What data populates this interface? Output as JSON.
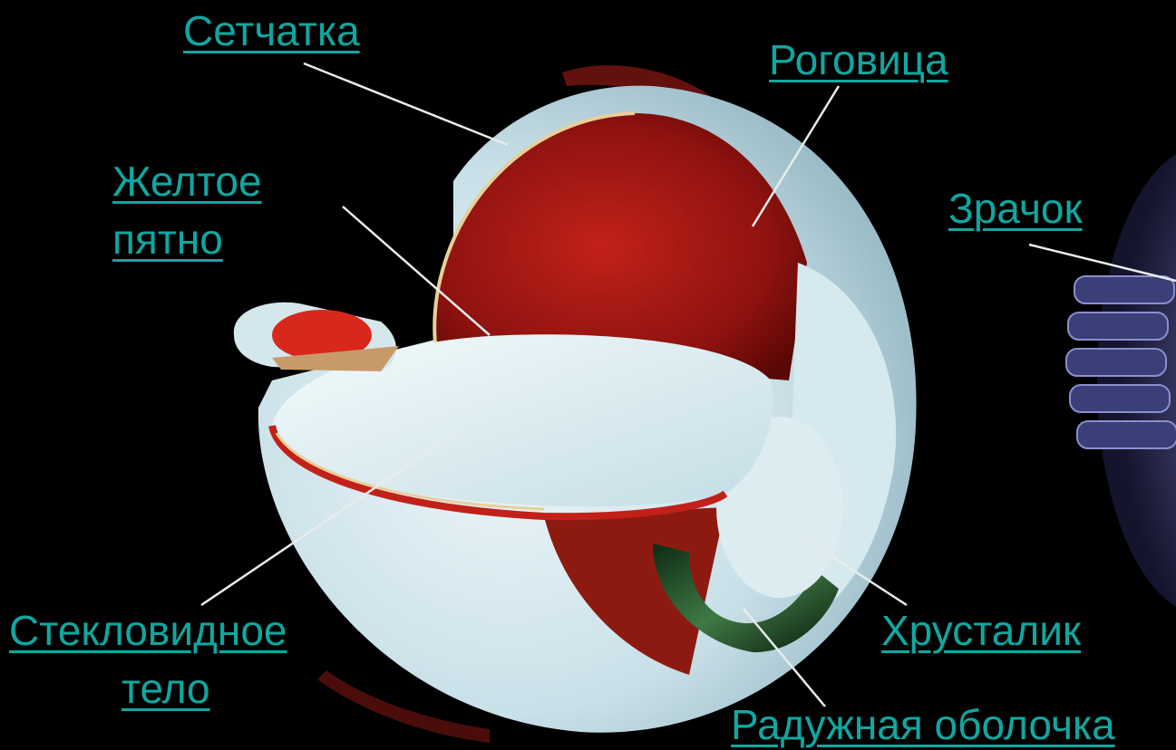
{
  "labels": {
    "retina": "Сетчатка",
    "cornea": "Роговица",
    "macula_line1": "Желтое",
    "macula_line2": "пятно",
    "pupil": "Зрачок",
    "vitreous_line1": "Стекловидное",
    "vitreous_line2": "тело",
    "lens": "Хрусталик",
    "iris": "Радужная оболочка"
  },
  "colors": {
    "label": "#0fa7a0",
    "background": "#000000",
    "leader_line": "#e8ecec"
  }
}
